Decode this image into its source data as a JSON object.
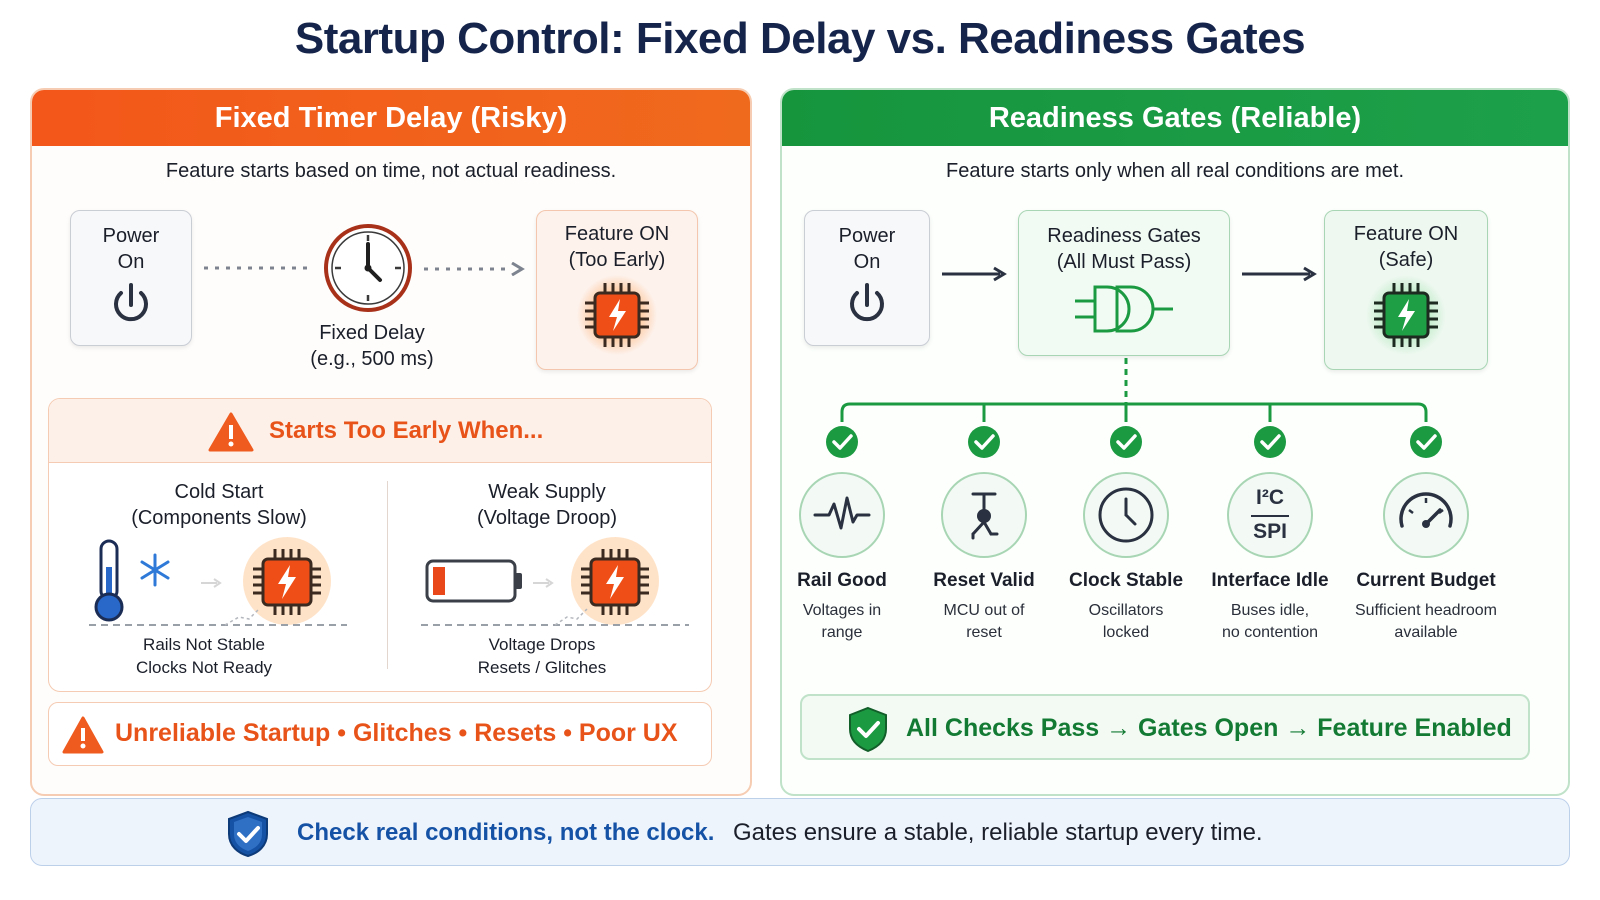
{
  "title": "Startup Control: Fixed Delay vs. Readiness Gates",
  "left": {
    "header": "Fixed Timer Delay (Risky)",
    "subtitle": "Feature starts based on time, not actual readiness.",
    "power": {
      "line1": "Power",
      "line2": "On"
    },
    "delay": {
      "line1": "Fixed Delay",
      "line2": "(e.g., 500 ms)"
    },
    "feature": {
      "line1": "Feature ON",
      "line2": "(Too Early)"
    },
    "early": {
      "title": "Starts Too Early When...",
      "cold": {
        "line1": "Cold Start",
        "line2": "(Components Slow)",
        "sub1": "Rails Not Stable",
        "sub2": "Clocks Not Ready"
      },
      "weak": {
        "line1": "Weak Supply",
        "line2": "(Voltage Droop)",
        "sub1": "Voltage Drops",
        "sub2": "Resets / Glitches"
      }
    },
    "consequences": "Unreliable Startup  •  Glitches  •  Resets  •  Poor UX"
  },
  "right": {
    "header": "Readiness Gates (Reliable)",
    "subtitle": "Feature starts only when all real conditions are met.",
    "power": {
      "line1": "Power",
      "line2": "On"
    },
    "gates": {
      "line1": "Readiness Gates",
      "line2": "(All Must Pass)"
    },
    "feature": {
      "line1": "Feature ON",
      "line2": "(Safe)"
    },
    "checks": [
      {
        "name": "Rail Good",
        "desc1": "Voltages in",
        "desc2": "range",
        "icon": "waveform-icon"
      },
      {
        "name": "Reset Valid",
        "desc1": "MCU out of",
        "desc2": "reset",
        "icon": "reset-icon"
      },
      {
        "name": "Clock Stable",
        "desc1": "Oscillators",
        "desc2": "locked",
        "icon": "clock-icon"
      },
      {
        "name": "Interface Idle",
        "desc1": "Buses idle,",
        "desc2": "no contention",
        "icon": "bus-icon",
        "top": "I²C",
        "bottom": "SPI"
      },
      {
        "name": "Current Budget",
        "desc1": "Sufficient headroom",
        "desc2": "available",
        "icon": "gauge-icon"
      }
    ],
    "result": "All Checks Pass → Gates Open → Feature Enabled"
  },
  "footer": {
    "bold": "Check real conditions, not the clock.",
    "regular": "Gates ensure a stable, reliable startup every time."
  },
  "colors": {
    "risky": "#f3571a",
    "reliable": "#16953d",
    "accent_blue": "#1552a6"
  }
}
